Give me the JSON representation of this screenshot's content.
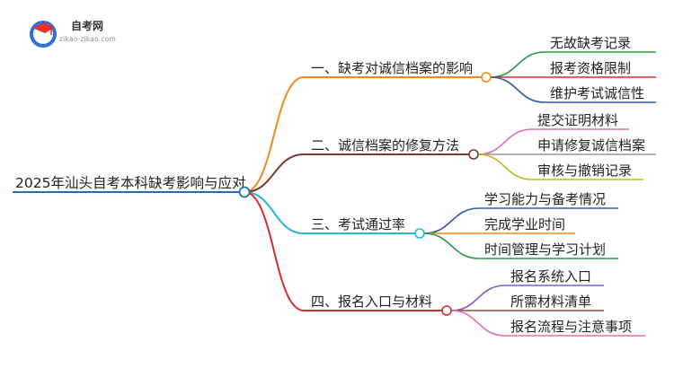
{
  "logo": {
    "name": "自考网",
    "url_text": "zikao-zikao.com",
    "colors": {
      "blue": "#2f6fd6",
      "red": "#e2322b"
    }
  },
  "root": {
    "label": "2025年汕头自考本科缺考影响与应对",
    "color": "#1f6fb8"
  },
  "branches": [
    {
      "label": "一、缺考对诚信档案的影响",
      "color": "#f08a1c",
      "children": [
        {
          "label": "无故缺考记录",
          "color": "#2e9a46"
        },
        {
          "label": "报考资格限制",
          "color": "#d92b2b"
        },
        {
          "label": "维护考试诚信性",
          "color": "#2a5fa8"
        }
      ]
    },
    {
      "label": "二、诚信档案的修复方法",
      "color": "#7a3b2e",
      "children": [
        {
          "label": "提交证明材料",
          "color": "#e070b8"
        },
        {
          "label": "申请修复诚信档案",
          "color": "#9a9a9a"
        },
        {
          "label": "审核与撤销记录",
          "color": "#b8c020"
        }
      ]
    },
    {
      "label": "三、考试通过率",
      "color": "#22bcd0",
      "children": [
        {
          "label": "学习能力与备考情况",
          "color": "#2a5fa8"
        },
        {
          "label": "完成学业时间",
          "color": "#f08a1c"
        },
        {
          "label": "时间管理与学习计划",
          "color": "#2e9a46"
        }
      ]
    },
    {
      "label": "四、报名入口与材料",
      "color": "#d92b2b",
      "children": [
        {
          "label": "报名系统入口",
          "color": "#8a58c8"
        },
        {
          "label": "所需材料清单",
          "color": "#8a4a3a"
        },
        {
          "label": "报名流程与注意事项",
          "color": "#e070b8"
        }
      ]
    }
  ]
}
